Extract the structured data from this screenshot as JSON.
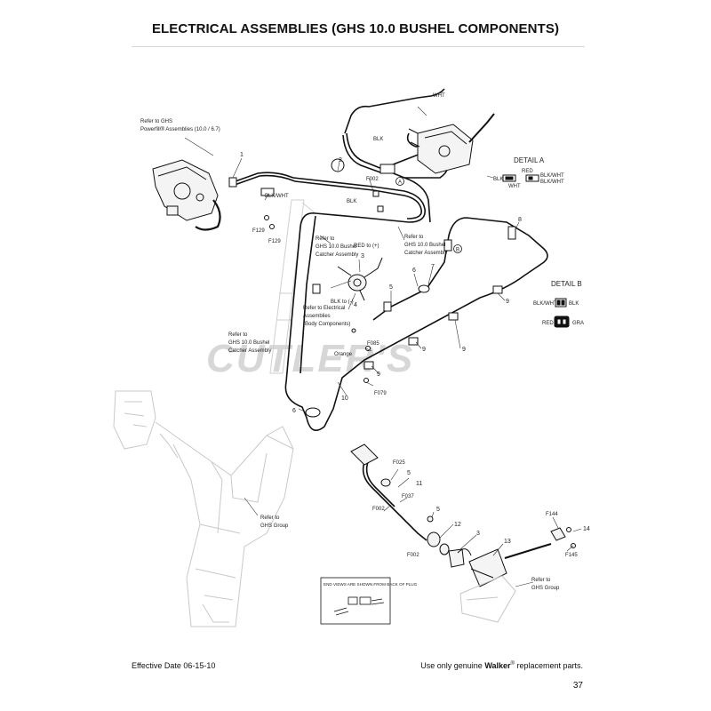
{
  "title": "ELECTRICAL ASSEMBLIES (GHS 10.0 BUSHEL COMPONENTS)",
  "watermark": "CUTLER'S",
  "callouts": {
    "ref_ghs_powerfill": [
      "Refer to GHS",
      "Powerfill® Assemblies (10.0 / 6.7)"
    ],
    "ref_ghs_catcher_1": [
      "Refer to",
      "GHS 10.0 Bushel",
      "Catcher Assembly"
    ],
    "ref_ghs_catcher_2": [
      "Refer to",
      "GHS 10.0 Bushel",
      "Catcher Assembly"
    ],
    "ref_ghs_catcher_3": [
      "Refer to",
      "GHS 10.0 Bushel",
      "Catcher Assembly"
    ],
    "ref_electrical_body": [
      "Refer to Electrical",
      "Assemblies",
      "(Body Components)"
    ],
    "ref_ghs_group_1": [
      "Refer to",
      "GHS Group"
    ],
    "ref_ghs_group_2": [
      "Refer to",
      "GHS Group"
    ],
    "end_views_note": "END VIEWS ARE SHOWN FROM BACK OF PLUG"
  },
  "wire_labels": {
    "wht": "WHT",
    "blk_1": "BLK",
    "blk_2": "BLK",
    "blk_wht": "BLK/WHT",
    "red_plus": "RED to (+)",
    "blk_minus": "BLK to (-)",
    "orange": "Orange"
  },
  "detail_a": {
    "title": "DETAIL A",
    "left": "BLK",
    "bottom": "WHT",
    "top": "RED",
    "right_1": "BLK/WHT",
    "right_2": "BLK/WHT"
  },
  "detail_b": {
    "title": "DETAIL B",
    "row1_left": "BLK/WHT",
    "row1_right": "BLK",
    "row2_left": "RED",
    "row2_right": "GRA"
  },
  "markers": {
    "a": "A",
    "b": "B"
  },
  "part_numbers": {
    "p1": "1",
    "p2": "2",
    "p3": "3",
    "p4": "4",
    "p5": "5",
    "p6": "6",
    "p7": "7",
    "p8": "8",
    "p9a": "9",
    "p9b": "9",
    "p9c": "9",
    "p9d": "9",
    "p10": "10",
    "p6b": "6",
    "p5b": "5",
    "p5c": "5",
    "p11": "11",
    "p12": "12",
    "p3b": "3",
    "p13": "13",
    "p14": "14"
  },
  "fasteners": {
    "f002_a": "F002",
    "f129_a": "F129",
    "f129_b": "F129",
    "f085": "F085",
    "f079": "F079",
    "f025": "F025",
    "f037": "F037",
    "f002_b": "F002",
    "f002_c": "F002",
    "f144": "F144",
    "f145": "F145"
  },
  "footer": {
    "effective": "Effective Date 06-15-10",
    "genuine_prefix": "Use only genuine",
    "brand": "Walker",
    "reg": "®",
    "genuine_suffix": "replacement parts.",
    "page": "37"
  }
}
